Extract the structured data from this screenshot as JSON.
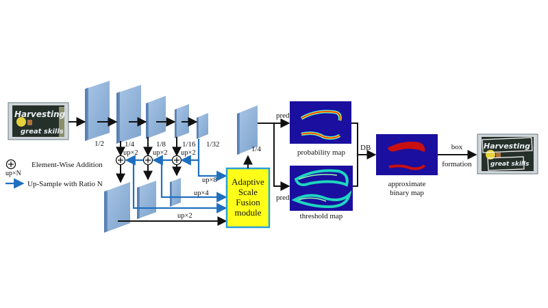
{
  "labels": {
    "scale_half": "1/2",
    "scale_quarter": "1/4",
    "scale_eighth": "1/8",
    "scale_sixteenth": "1/16",
    "scale_thirtysecond": "1/32",
    "up2_a": "up×2",
    "up2_b": "up×2",
    "up2_c": "up×2",
    "up8": "up×8",
    "up4": "up×4",
    "up2_bottom": "up×2",
    "fused_scale": "1/4",
    "pred_top": "pred",
    "pred_bottom": "pred",
    "db": "DB",
    "box_line1": "box",
    "box_line2": "formation"
  },
  "asf_module": {
    "line1": "Adaptive",
    "line2": "Scale",
    "line3": "Fusion",
    "line4": "module"
  },
  "captions": {
    "probability_map": "probability map",
    "threshold_map": "threshold map",
    "approx_line1": "approximate",
    "approx_line2": "binary map"
  },
  "legend": {
    "addition": "Element-Wise Addition",
    "upsample_symbol": "up×N",
    "upsample": "Up-Sample with Ratio N"
  },
  "input_image": {
    "text_line1": "Harvesting",
    "text_line2": "great skills"
  },
  "colors": {
    "feature_face": "#8fb3d9",
    "feature_side": "#5b82b5",
    "arrow_blue": "#1f6fbf",
    "arrow_black": "#111111",
    "asf_fill": "#ffff1a",
    "asf_border": "#2a9fd6",
    "map_background": "#1a0f9e"
  }
}
